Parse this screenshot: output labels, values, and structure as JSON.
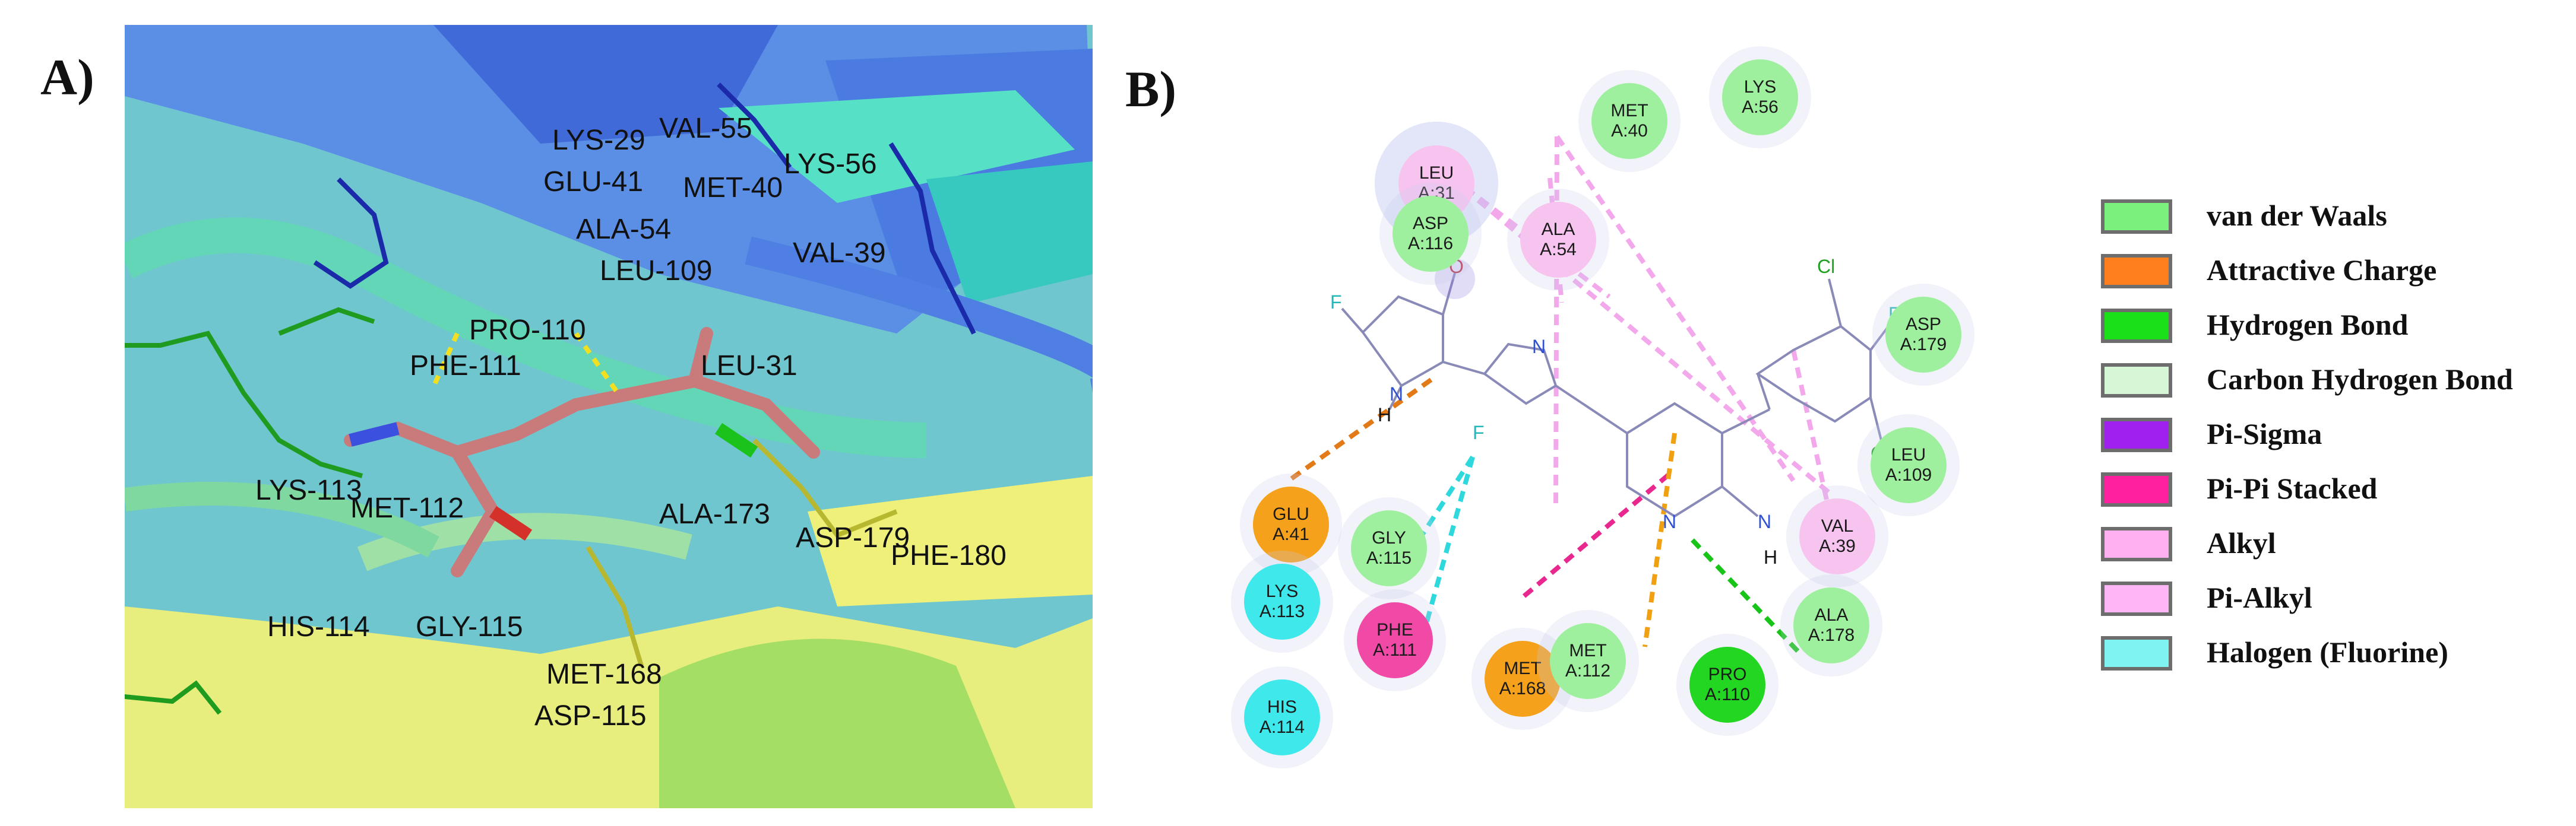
{
  "panels": {
    "a_label": "A)",
    "b_label": "B)"
  },
  "panel_a_labels": [
    {
      "id": "lys29",
      "text": "LYS-29"
    },
    {
      "id": "val55",
      "text": "VAL-55"
    },
    {
      "id": "glu41",
      "text": "GLU-41"
    },
    {
      "id": "met40",
      "text": "MET-40"
    },
    {
      "id": "lys56",
      "text": "LYS-56"
    },
    {
      "id": "ala54",
      "text": "ALA-54"
    },
    {
      "id": "val39",
      "text": "VAL-39"
    },
    {
      "id": "leu109",
      "text": "LEU-109"
    },
    {
      "id": "pro110",
      "text": "PRO-110"
    },
    {
      "id": "phe111",
      "text": "PHE-111"
    },
    {
      "id": "leu31",
      "text": "LEU-31"
    },
    {
      "id": "lys113",
      "text": "LYS-113"
    },
    {
      "id": "met112",
      "text": "MET-112"
    },
    {
      "id": "ala173",
      "text": "ALA-173"
    },
    {
      "id": "asp179",
      "text": "ASP-179"
    },
    {
      "id": "phe180",
      "text": "PHE-180"
    },
    {
      "id": "his114",
      "text": "HIS-114"
    },
    {
      "id": "gly115",
      "text": "GLY-115"
    },
    {
      "id": "met168",
      "text": "MET-168"
    },
    {
      "id": "asp115",
      "text": "ASP-115"
    }
  ],
  "residues": [
    {
      "id": "met40",
      "name": "MET",
      "chain": "A:40",
      "type": "van der Waals"
    },
    {
      "id": "lys56",
      "name": "LYS",
      "chain": "A:56",
      "type": "van der Waals"
    },
    {
      "id": "leu31",
      "name": "LEU",
      "chain": "A:31",
      "type": "Alkyl"
    },
    {
      "id": "asp116",
      "name": "ASP",
      "chain": "A:116",
      "type": "van der Waals"
    },
    {
      "id": "ala54",
      "name": "ALA",
      "chain": "A:54",
      "type": "Alkyl"
    },
    {
      "id": "asp179",
      "name": "ASP",
      "chain": "A:179",
      "type": "van der Waals"
    },
    {
      "id": "leu109",
      "name": "LEU",
      "chain": "A:109",
      "type": "van der Waals"
    },
    {
      "id": "val39",
      "name": "VAL",
      "chain": "A:39",
      "type": "Alkyl"
    },
    {
      "id": "ala178",
      "name": "ALA",
      "chain": "A:178",
      "type": "van der Waals"
    },
    {
      "id": "glu41",
      "name": "GLU",
      "chain": "A:41",
      "type": "Attractive Charge"
    },
    {
      "id": "gly115",
      "name": "GLY",
      "chain": "A:115",
      "type": "van der Waals"
    },
    {
      "id": "lys113",
      "name": "LYS",
      "chain": "A:113",
      "type": "Halogen (Fluorine)"
    },
    {
      "id": "his114",
      "name": "HIS",
      "chain": "A:114",
      "type": "Halogen (Fluorine)"
    },
    {
      "id": "phe111",
      "name": "PHE",
      "chain": "A:111",
      "type": "Pi-Pi Stacked"
    },
    {
      "id": "met168",
      "name": "MET",
      "chain": "A:168",
      "type": "Attractive Charge"
    },
    {
      "id": "met112",
      "name": "MET",
      "chain": "A:112",
      "type": "van der Waals"
    },
    {
      "id": "pro110",
      "name": "PRO",
      "chain": "A:110",
      "type": "Hydrogen Bond"
    }
  ],
  "ligand_atoms": {
    "o": "O",
    "n1": "N",
    "n2": "N",
    "n3": "N",
    "nh": "N",
    "h1": "H",
    "h2": "H",
    "cl1": "Cl",
    "cl2": "Cl",
    "f1": "F",
    "f2": "F",
    "f3": "F"
  },
  "legend": [
    {
      "label": "van der Waals",
      "color": "#7cf07c"
    },
    {
      "label": "Attractive Charge",
      "color": "#ff7f1e"
    },
    {
      "label": "Hydrogen Bond",
      "color": "#19e019"
    },
    {
      "label": "Carbon Hydrogen Bond",
      "color": "#d6f7d6"
    },
    {
      "label": "Pi-Sigma",
      "color": "#a020f0"
    },
    {
      "label": "Pi-Pi Stacked",
      "color": "#ff20a0"
    },
    {
      "label": "Alkyl",
      "color": "#ffb0f0"
    },
    {
      "label": "Pi-Alkyl",
      "color": "#ffb6f6"
    },
    {
      "label": "Halogen (Fluorine)",
      "color": "#7ff2f2"
    }
  ],
  "colors": {
    "van_der_waals": "#8ff08f",
    "attractive_charge": "#f5a11c",
    "hydrogen_bond": "#22d622",
    "alkyl": "#f7b6f0",
    "pi_pi": "#f04aa6",
    "halogen": "#3fe8ea",
    "ribbon_blue": "#5a8ee8",
    "ribbon_teal": "#4ec9c1",
    "ribbon_green": "#8fd66a",
    "ribbon_yellow": "#e8ee7a"
  }
}
